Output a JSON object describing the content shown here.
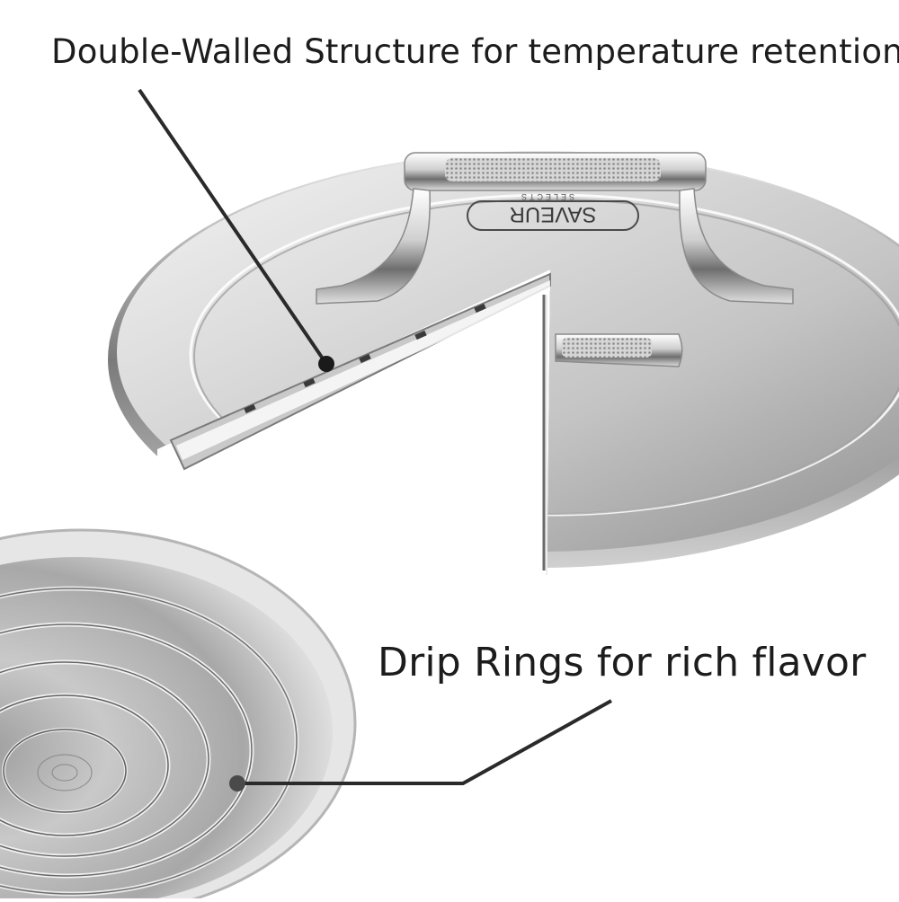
{
  "callouts": {
    "top": {
      "text": "Double-Walled Structure for temperature retention"
    },
    "bottom": {
      "text": "Drip Rings for rich flavor"
    }
  },
  "logo": {
    "brand": "SAVEUR",
    "sub": "SELECTS"
  },
  "colors": {
    "background": "#ffffff",
    "text": "#1c1c1c",
    "leader_line": "#2a2a2a",
    "steel_light": "#f2f2f2",
    "steel_mid": "#b8b8b8",
    "steel_dark": "#5a5a5a"
  }
}
